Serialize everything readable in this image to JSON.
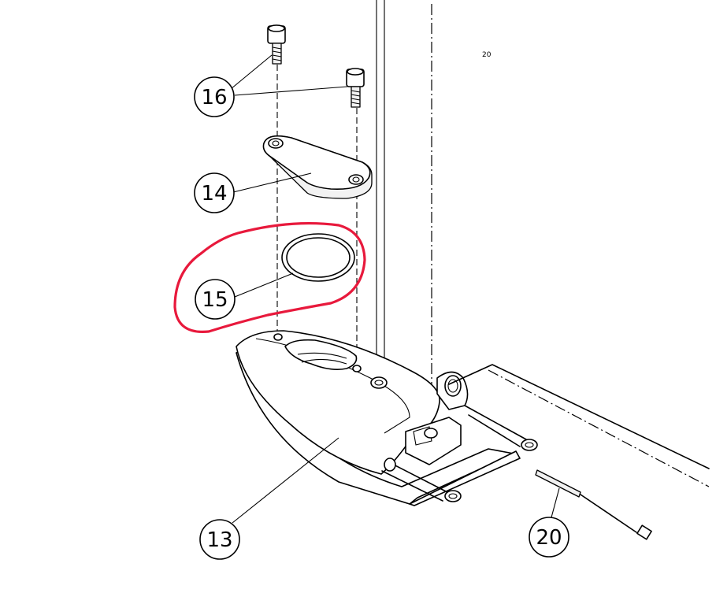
{
  "callouts": {
    "c16": "16",
    "c14": "14",
    "c15": "15",
    "c13": "13",
    "c20": "20"
  },
  "figure_note": "20",
  "highlight_color": "#e8193c"
}
